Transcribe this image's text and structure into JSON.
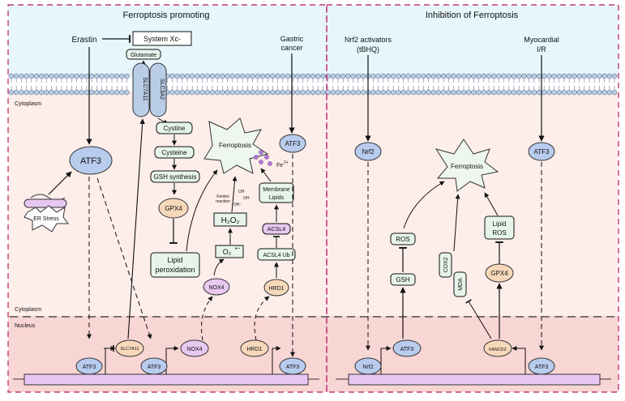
{
  "panels": {
    "left_title": "Ferroptosis promoting",
    "right_title": "Inhibition of Ferroptosis"
  },
  "compartments": {
    "cytoplasm": "Cytoplasm",
    "nucleus": "Nucleus"
  },
  "left": {
    "erastin": "Erastin",
    "system_xc": "System Xc-",
    "glutamate": "Glutamate",
    "slc7a11": "SLC7A11",
    "slc3a2": "SLC3A2",
    "cystine": "Cystine",
    "cysteine": "Cysteine",
    "gsh_synthesis": "GSH synthesis",
    "gpx4": "GPX4",
    "lipid_peroxidation": [
      "Lipid",
      "peroxidation"
    ],
    "ferroptosis": "Ferroptosis",
    "atf3_big": "ATF3",
    "er_stress": "ER Stress",
    "gastric_cancer": [
      "Gastric",
      "cancer"
    ],
    "atf3_gastric": "ATF3",
    "fe": "Fe",
    "fe_sup": "2+",
    "membrane_lipids": [
      "Membrane",
      "Lipids"
    ],
    "acsl4": "ACSL4",
    "acsl4_ub": "ACSL4 Ub",
    "hrd1": "HRD1",
    "h2o2": "H₂O₂",
    "o2": "O₂",
    "o2_sup": "•−",
    "nox4": "NOX4",
    "fenton": [
      "Fenton",
      "reaction"
    ],
    "oh1": "OH",
    "oh2": "OH",
    "oh3": "OH⁻",
    "nuc_atf3_1": "ATF3",
    "nuc_slc7a11": "SLC7A11",
    "nuc_atf3_2": "ATF3",
    "nuc_nox4": "NOX4",
    "nuc_hrd1": "HRD1",
    "nuc_atf3_3": "ATF3"
  },
  "right": {
    "nrf2_activators": [
      "Nrf2 activators",
      "(tBHQ)"
    ],
    "myocardial_ir": [
      "Myocardial",
      "I/R"
    ],
    "nrf2": "Nrf2",
    "atf3_top": "ATF3",
    "ferroptosis": "Ferroptosis",
    "ros": "ROS",
    "gsh": "GSH",
    "cox2": "COX2",
    "mda": "MDA",
    "lipid_ros": [
      "Lipid",
      "ROS"
    ],
    "gpx4": "GPX4",
    "nuc_nrf2": "Nrf2",
    "nuc_atf3_1": "ATF3",
    "nuc_fancd2": "FANCD2",
    "nuc_atf3_2": "ATF3"
  },
  "colors": {
    "extracellular": "#e6f6fa",
    "cytoplasm": "#fdeeea",
    "nucleus": "#f8d6d4",
    "border_dash": "#c2397f",
    "blue_node": "#b8ccee",
    "green_box": "#e6f4ea",
    "peach_node": "#f6d9bb",
    "pink_node": "#e9c8f0",
    "membrane_head": "#b9cde6",
    "dna": "#e8c6f2"
  }
}
